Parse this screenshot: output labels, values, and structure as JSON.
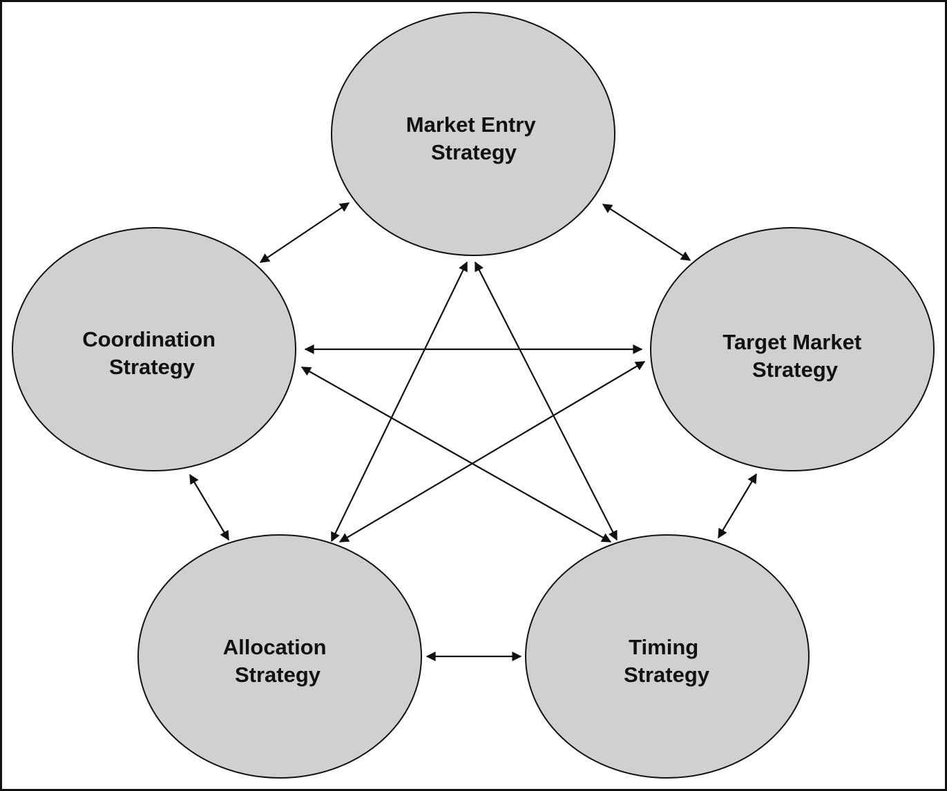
{
  "nodes": {
    "market_entry": {
      "line1": "Market Entry",
      "line2": "Strategy"
    },
    "coordination": {
      "line1": "Coordination",
      "line2": "Strategy"
    },
    "target_market": {
      "line1": "Target Market",
      "line2": "Strategy"
    },
    "allocation": {
      "line1": "Allocation",
      "line2": "Strategy"
    },
    "timing": {
      "line1": "Timing",
      "line2": "Strategy"
    }
  },
  "connections": [
    {
      "from": "market_entry",
      "to": "coordination",
      "bidirectional": true
    },
    {
      "from": "market_entry",
      "to": "target_market",
      "bidirectional": true
    },
    {
      "from": "market_entry",
      "to": "allocation",
      "bidirectional": true
    },
    {
      "from": "market_entry",
      "to": "timing",
      "bidirectional": true
    },
    {
      "from": "coordination",
      "to": "target_market",
      "bidirectional": true
    },
    {
      "from": "coordination",
      "to": "timing",
      "bidirectional": true
    },
    {
      "from": "coordination",
      "to": "allocation",
      "bidirectional": true
    },
    {
      "from": "target_market",
      "to": "allocation",
      "bidirectional": true
    },
    {
      "from": "target_market",
      "to": "timing",
      "bidirectional": true
    },
    {
      "from": "allocation",
      "to": "timing",
      "bidirectional": true
    }
  ],
  "colors": {
    "node_fill": "#d0d0d0",
    "stroke": "#111111",
    "background": "#ffffff"
  }
}
